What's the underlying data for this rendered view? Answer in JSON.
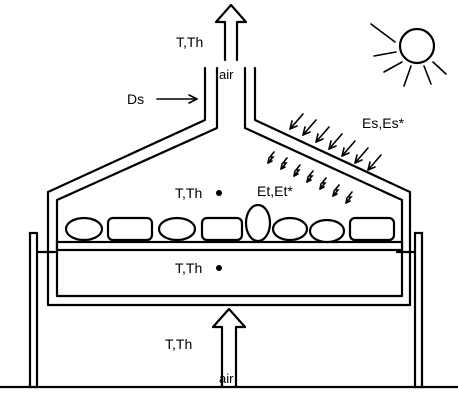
{
  "labels": {
    "top_air_vars": "T,Th",
    "top_air": "air",
    "ds": "Ds",
    "solar": "Es,Es*",
    "thermal": "Et,Et*",
    "chamber_vars": "T,Th",
    "tray_vars": "T,Th",
    "bottom_air_vars": "T,Th",
    "bottom_air": "air"
  },
  "icons": {
    "sun": "sun-icon",
    "point_chamber": "measurement-point-icon",
    "point_tray": "measurement-point-icon"
  }
}
